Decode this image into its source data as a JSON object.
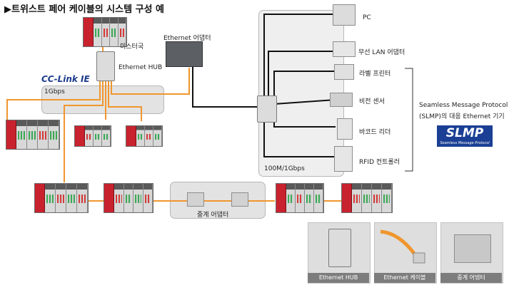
{
  "title": "▶트위스트 페어 케이블의 시스템 구성 예",
  "labels": {
    "master": "미스터국",
    "ethernet_hub": "Ethernet HUB",
    "ethernet_adapter": "Ethernet 어댑터",
    "cclink_logo": "CC-Link IE",
    "speed_1g": "1Gbps",
    "speed_100m": "100M/1Gbps",
    "relay_adapter": "중계 어댑터",
    "slmp_desc_line1": "Seamless Message Protocol",
    "slmp_desc_line2": "(SLMP)의 대응 Ethernet 기기",
    "slmp_logo": "SLMP",
    "slmp_logo_sub": "Seamless Message Protocol"
  },
  "devices": [
    {
      "label": "PC"
    },
    {
      "label": "무선 LAN 어댑터"
    },
    {
      "label": "라벨 프린터"
    },
    {
      "label": "비전 센서"
    },
    {
      "label": "바코드 리더"
    },
    {
      "label": "RFID 컨트롤러"
    }
  ],
  "legend": [
    {
      "label": "Ethernet HUB"
    },
    {
      "label": "Ethernet 케이블"
    },
    {
      "label": "중계 어댑터"
    }
  ],
  "colors": {
    "orange_cable": "#f0962e",
    "black_cable": "#111111",
    "zone_gray": "#e3e3e3",
    "slmp_blue": "#1a3f94",
    "plc_red": "#c8222e"
  }
}
